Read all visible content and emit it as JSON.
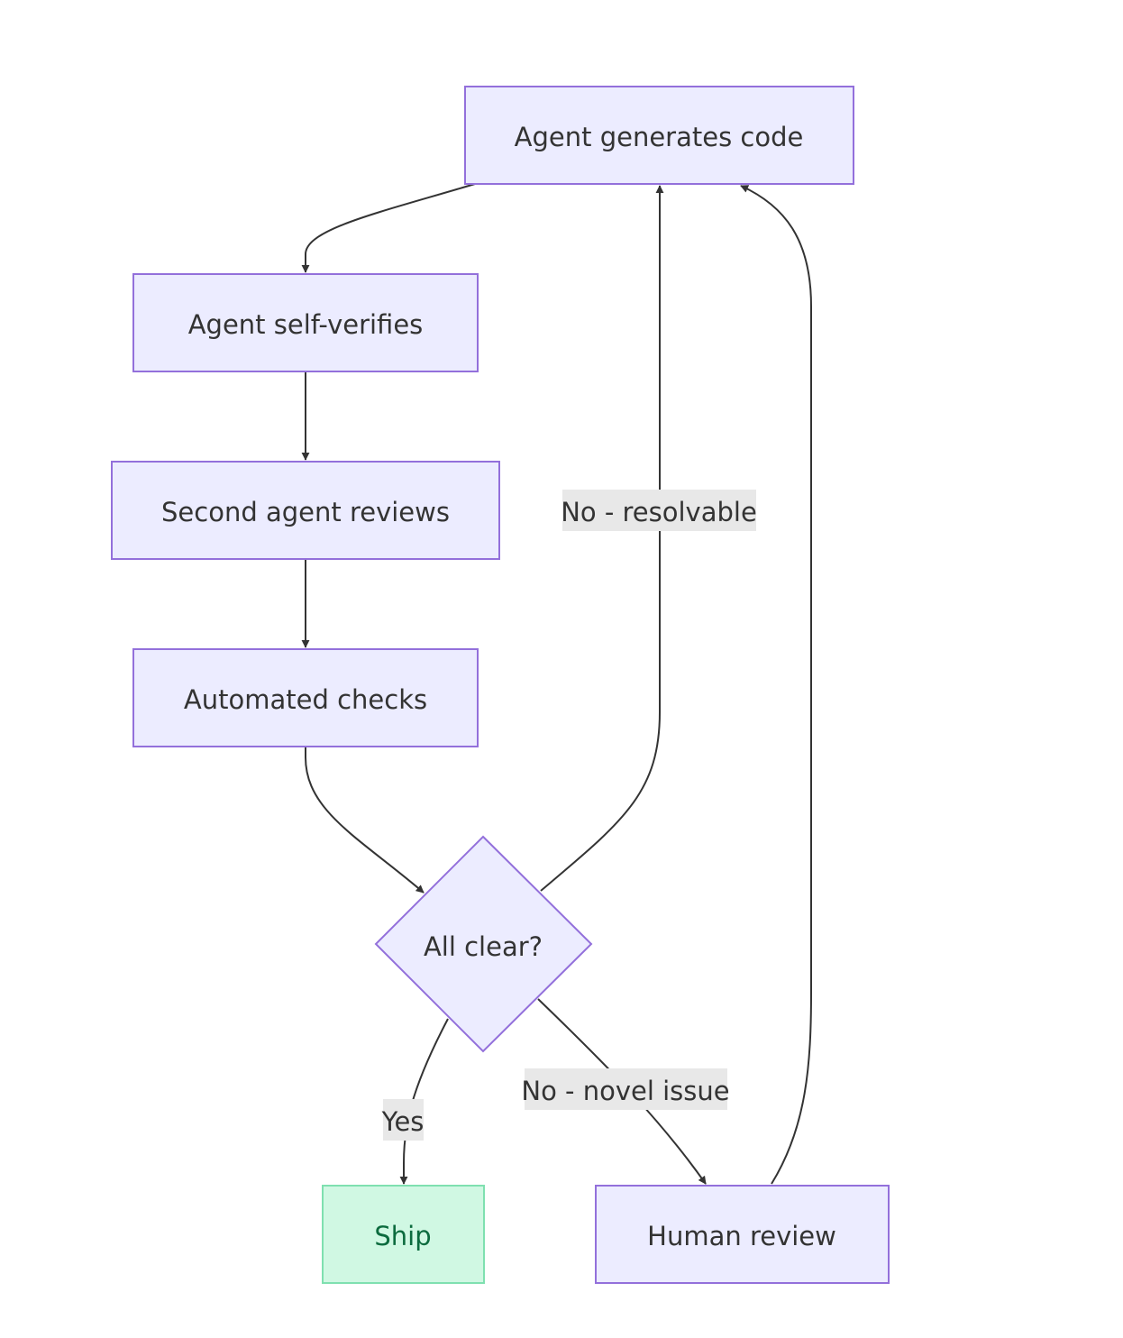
{
  "diagram": {
    "nodes": {
      "generate": {
        "label": "Agent generates code"
      },
      "self_verify": {
        "label": "Agent self-verifies"
      },
      "second_review": {
        "label": "Second agent reviews"
      },
      "automated": {
        "label": "Automated checks"
      },
      "decision": {
        "label": "All clear?"
      },
      "ship": {
        "label": "Ship"
      },
      "human": {
        "label": "Human review"
      }
    },
    "edges": {
      "no_resolvable": {
        "label": "No - resolvable"
      },
      "yes": {
        "label": "Yes"
      },
      "no_novel": {
        "label": "No - novel issue"
      }
    }
  },
  "colors": {
    "node_fill": "#ECECFF",
    "node_stroke": "#9370DB",
    "ship_fill": "#D0F8E3",
    "ship_stroke": "#7FE0B0",
    "ship_text": "#0C6B3E",
    "edge": "#333333",
    "edge_label_bg": "#E8E8E8"
  }
}
